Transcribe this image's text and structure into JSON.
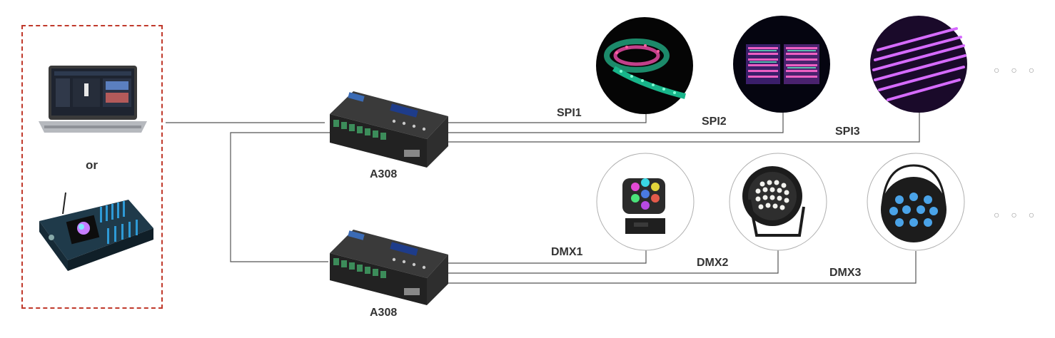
{
  "source": {
    "or_label": "or"
  },
  "controllers": [
    {
      "label": "A308"
    },
    {
      "label": "A308"
    }
  ],
  "spi_outputs": [
    "SPI1",
    "SPI2",
    "SPI3"
  ],
  "dmx_outputs": [
    "DMX1",
    "DMX2",
    "DMX3"
  ],
  "more_indicator": "○ ○ ○",
  "colors": {
    "line": "#555555",
    "dashed_border": "#c0392b",
    "label": "#333333",
    "controller_body": "#2b2b2b"
  }
}
